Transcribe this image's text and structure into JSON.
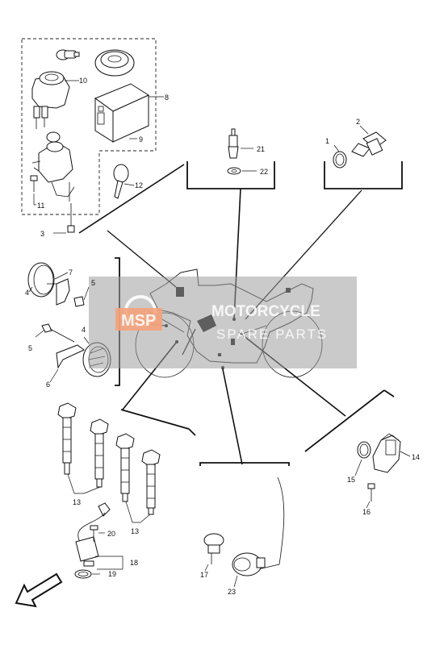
{
  "diagram": {
    "labels": {
      "p1": "1",
      "p2": "2",
      "p3": "3",
      "p4a": "4",
      "p4b": "4",
      "p5a": "5",
      "p5b": "5",
      "p6": "6",
      "p7": "7",
      "p8": "8",
      "p9": "9",
      "p10": "10",
      "p11": "11",
      "p12": "12",
      "p13a": "13",
      "p13b": "13",
      "p14": "14",
      "p15": "15",
      "p16": "16",
      "p17": "17",
      "p18": "18",
      "p19": "19",
      "p20": "20",
      "p21": "21",
      "p22": "22",
      "p23": "23"
    }
  },
  "watermark": {
    "logo_text": "MSP",
    "line1": "MOTORCYCLE",
    "line2": "SPARE PARTS",
    "panel_color": "#9e9e9e",
    "logo_color": "#f4a27a"
  },
  "icons": {
    "direction": "front-arrow-icon"
  }
}
